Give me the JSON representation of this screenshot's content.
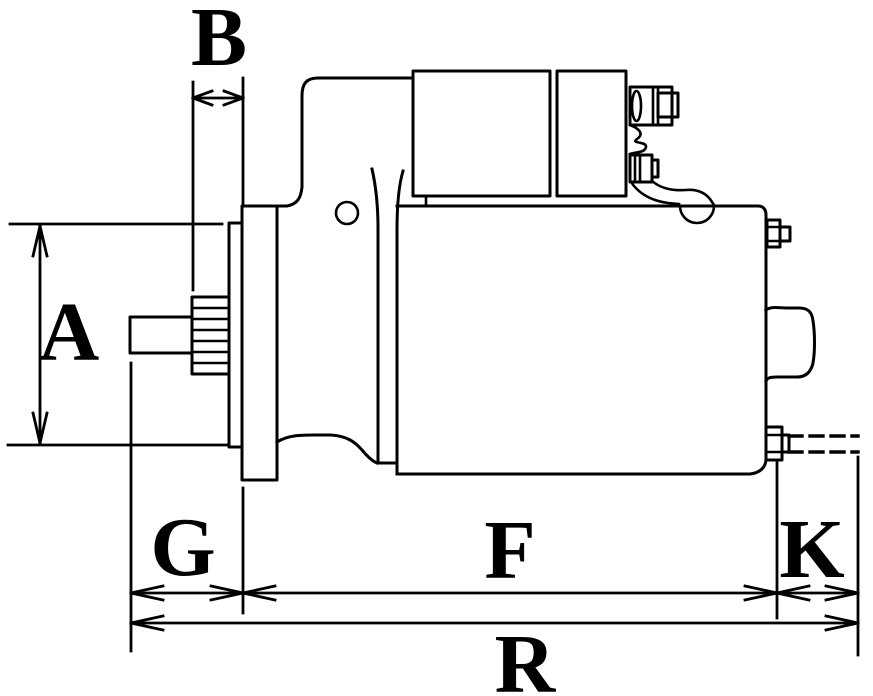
{
  "drawing": {
    "colors": {
      "line": "#000000",
      "background": "#ffffff"
    },
    "dimension_labels": {
      "A": "A",
      "B": "B",
      "G": "G",
      "F": "F",
      "K": "K",
      "R": "R"
    }
  }
}
